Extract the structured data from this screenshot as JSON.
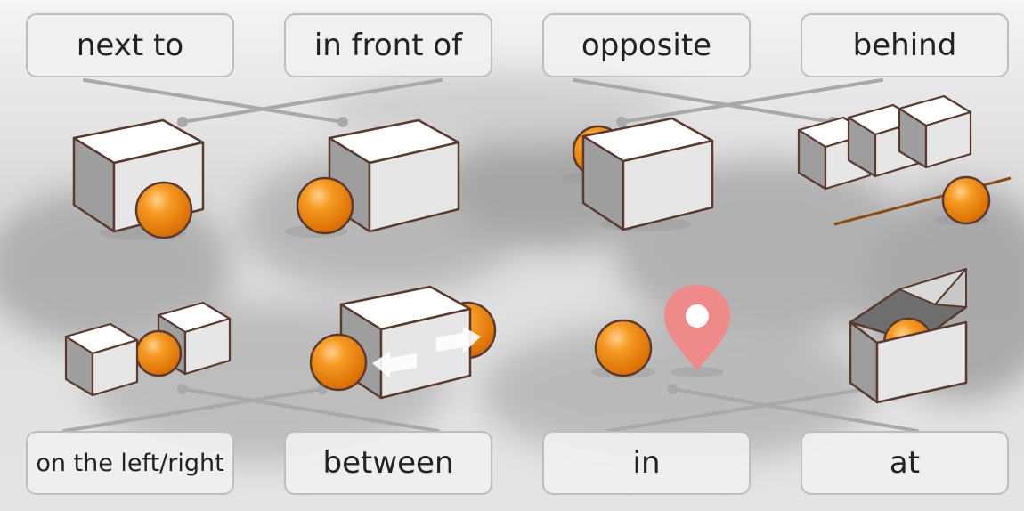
{
  "labels": {
    "next_to": "next to",
    "in_front_of": "in front of",
    "opposite": "opposite",
    "behind": "behind",
    "on_the_left_right": "on the left/right",
    "between": "between",
    "in": "in",
    "at": "at"
  },
  "colors": {
    "box_top": "#ffffff",
    "box_front": "#e6e6e6",
    "box_side": "#9e9e9e",
    "box_edge": "#5a3a30",
    "ball": "#f08a15",
    "pin": "#ef8a8a",
    "connector": "#a9a9a9"
  }
}
